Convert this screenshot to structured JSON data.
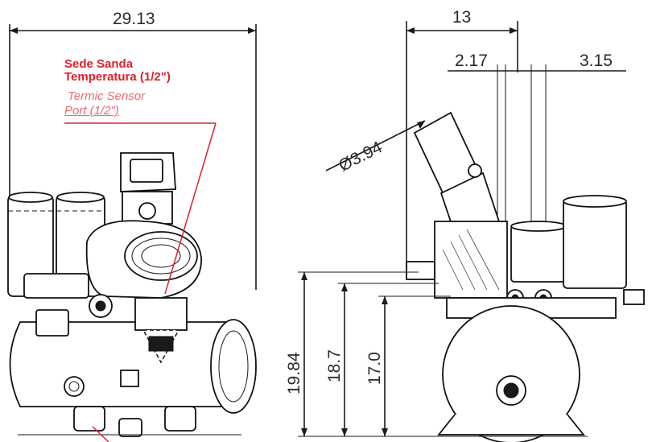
{
  "labels": {
    "sensor_it_line1": "Sede Sanda",
    "sensor_it_line2": "Temperatura (1/2\")",
    "sensor_en_line1": "Termic Sensor",
    "sensor_en_line2": "Port (1/2\")"
  },
  "dimensions": {
    "width_front": "29.13",
    "width_side": "13",
    "offset_a": "2.17",
    "offset_b": "3.15",
    "inlet_diameter": "Ø3.94",
    "height_total": "19.84",
    "height_mid": "18.7",
    "height_low": "17.0"
  },
  "colors": {
    "label_red": "#e0202a",
    "label_pink": "#e96a72",
    "line": "#1a1a1a"
  }
}
